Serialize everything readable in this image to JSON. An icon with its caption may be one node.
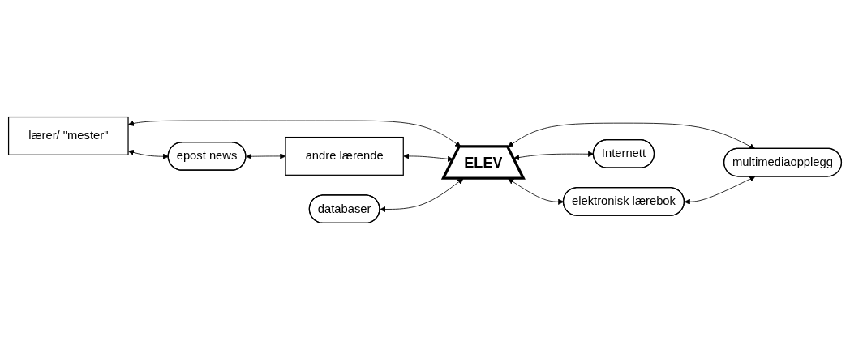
{
  "diagram": {
    "nodes": [
      {
        "text": [
          "lærer/ \"mester\""
        ]
      },
      {
        "text": [
          "databaser"
        ]
      },
      {
        "text": [
          "elektronisk lærebok"
        ]
      },
      {
        "text": [
          "epost news"
        ]
      },
      {
        "text": [
          "ELEV"
        ]
      },
      {
        "text": [
          "andre lærende"
        ]
      },
      {
        "text": [
          "multimediaopplegg"
        ]
      },
      {
        "text": [
          "Internett"
        ]
      }
    ],
    "edges": [
      {
        "from": 0,
        "to": 4,
        "arrow": "both"
      },
      {
        "from": 0,
        "to": 3,
        "arrow": "both"
      },
      {
        "from": 3,
        "to": 5,
        "arrow": "both"
      },
      {
        "from": 5,
        "to": 4,
        "arrow": "both"
      },
      {
        "from": 1,
        "to": 4,
        "arrow": "both"
      },
      {
        "from": 4,
        "to": 2,
        "arrow": "both"
      },
      {
        "from": 4,
        "to": 6,
        "arrow": "both"
      },
      {
        "from": 2,
        "to": 6,
        "arrow": "both"
      },
      {
        "from": 4,
        "to": 7,
        "arrow": "both"
      }
    ]
  }
}
